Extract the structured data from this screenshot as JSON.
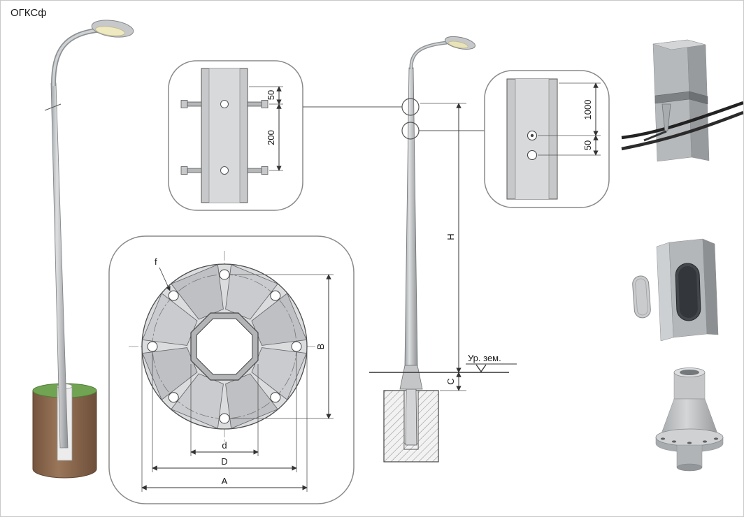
{
  "title": "ОГКСф",
  "bolt_detail": {
    "dim_edge_to_hole": "50",
    "dim_hole_spacing": "200"
  },
  "hole_detail": {
    "dim_height": "1000",
    "dim_spacing": "50"
  },
  "flange_view": {
    "hole_label": "f",
    "dim_bolt_span": "B",
    "dim_shaft": "d",
    "dim_bolt_circle": "D",
    "dim_outer": "A"
  },
  "elevation": {
    "dim_height": "H",
    "dim_embed": "C",
    "ground_label": "Ур. зем."
  },
  "colors": {
    "steel_light": "#d7d9db",
    "steel_mid": "#c6c8ca",
    "steel_dark": "#8f9294",
    "line": "#4a4a4a",
    "grass": "#70a352",
    "soil": "#8d6b53"
  }
}
